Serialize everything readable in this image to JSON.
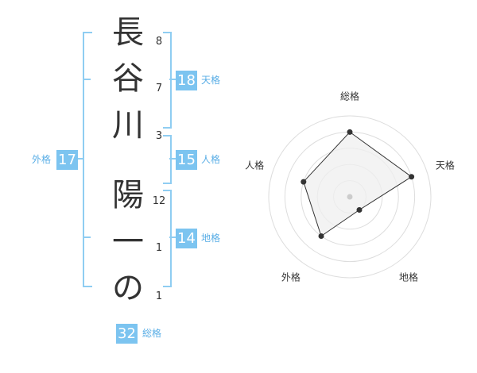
{
  "name": {
    "characters": [
      {
        "char": "長",
        "strokes": "8"
      },
      {
        "char": "谷",
        "strokes": "7"
      },
      {
        "char": "川",
        "strokes": "3"
      },
      {
        "char": "陽",
        "strokes": "12"
      },
      {
        "char": "一",
        "strokes": "1"
      },
      {
        "char": "の",
        "strokes": "1"
      }
    ]
  },
  "fortunes": {
    "tenkaku": {
      "value": "18",
      "label": "天格"
    },
    "jinkaku": {
      "value": "15",
      "label": "人格"
    },
    "chikaku": {
      "value": "14",
      "label": "地格"
    },
    "gaikaku": {
      "value": "17",
      "label": "外格"
    },
    "soukaku": {
      "value": "32",
      "label": "総格"
    }
  },
  "chart_data": {
    "type": "radar",
    "axes": [
      "総格",
      "天格",
      "地格",
      "外格",
      "人格"
    ],
    "values": [
      4,
      4,
      1,
      3,
      3
    ],
    "max": 5,
    "rings": 5,
    "colors": {
      "fill": "#efefef",
      "line": "#333333",
      "ring": "#dddddd",
      "center": "#cccccc"
    }
  }
}
